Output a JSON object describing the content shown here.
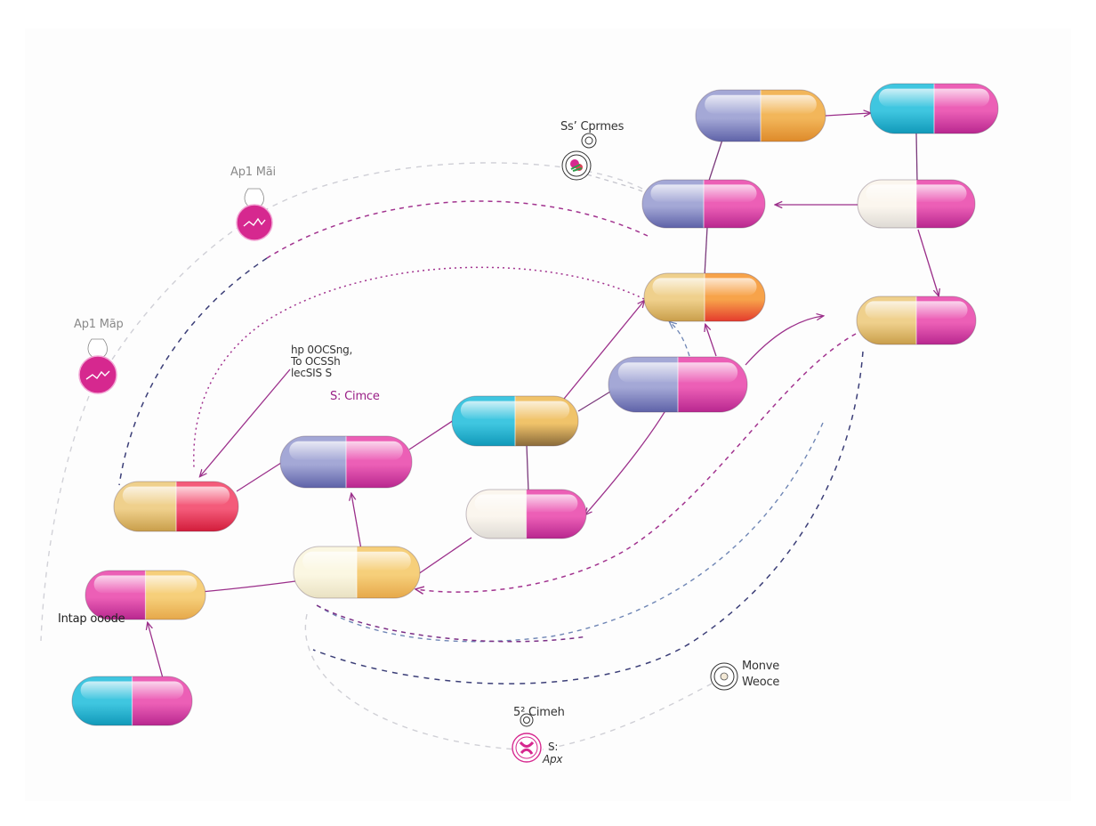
{
  "diagram": {
    "title": "",
    "colors": {
      "connector_solid": "#9b2f8a",
      "connector_dash_magenta": "#a2338f",
      "connector_dash_navy": "#3c3f78",
      "connector_dash_grey": "#c9c9cf",
      "connector_dash_blue": "#6f86b5",
      "icon_magenta": "#d6288f"
    },
    "palette": {
      "periwinkle": [
        "#a4a8d6",
        "#5e62a8"
      ],
      "orange": [
        "#f2b65a",
        "#de8a2a"
      ],
      "cyan": [
        "#3fc6e0",
        "#1199b9"
      ],
      "magenta": [
        "#ec5fb6",
        "#b8278f"
      ],
      "cream": [
        "#fbf6ee",
        "#dedad4"
      ],
      "tan": [
        "#efd08c",
        "#c99e4a"
      ],
      "red_orange": [
        "#f7a34a",
        "#e43b2d"
      ],
      "gold_brown": [
        "#f0c36a",
        "#8a6a3a"
      ],
      "crimson": [
        "#f45b7a",
        "#d21c3a"
      ],
      "ivory": [
        "#fbf7e2",
        "#e9e1c2"
      ],
      "gold": [
        "#f6cf7a",
        "#e6a84a"
      ]
    },
    "nodes": [
      {
        "id": "pill-1",
        "left": "periwinkle",
        "right": "orange"
      },
      {
        "id": "pill-2",
        "left": "cyan",
        "right": "magenta"
      },
      {
        "id": "pill-3",
        "left": "periwinkle",
        "right": "magenta"
      },
      {
        "id": "pill-4",
        "left": "cream",
        "right": "magenta"
      },
      {
        "id": "pill-5",
        "left": "tan",
        "right": "red_orange"
      },
      {
        "id": "pill-6",
        "left": "tan",
        "right": "magenta"
      },
      {
        "id": "pill-7",
        "left": "periwinkle",
        "right": "magenta"
      },
      {
        "id": "pill-8",
        "left": "cyan",
        "right": "gold_brown"
      },
      {
        "id": "pill-9",
        "left": "periwinkle",
        "right": "magenta"
      },
      {
        "id": "pill-10",
        "left": "tan",
        "right": "crimson"
      },
      {
        "id": "pill-11",
        "left": "cream",
        "right": "magenta"
      },
      {
        "id": "pill-12",
        "left": "ivory",
        "right": "gold"
      },
      {
        "id": "pill-13",
        "left": "magenta",
        "right": "gold"
      },
      {
        "id": "pill-14",
        "left": "cyan",
        "right": "magenta"
      }
    ],
    "labels": {
      "top_center": "Ss’ Cprmes",
      "apl_top": "Ap1 Mãi",
      "apl_left": "Ap1 Mãp",
      "block_line1": "hp 0OCSng,",
      "block_line2": "To OCSSh",
      "block_line3": "lecSIS S",
      "center_magenta": "S: Cimce",
      "intake": "Intap ooode",
      "move_line1": "Monve",
      "move_line2": "Weoce",
      "bottom_title": "5² Cimeh",
      "bottom_sub1": "S:",
      "bottom_sub2": "Apx"
    },
    "icons": [
      {
        "id": "flower-target-icon",
        "label_ref": "top_center"
      },
      {
        "id": "heartbeat-flask-icon-top",
        "label_ref": "apl_top"
      },
      {
        "id": "heartbeat-flask-icon-left",
        "label_ref": "apl_left"
      },
      {
        "id": "target-ring-icon",
        "label_ref": "move_line1"
      },
      {
        "id": "pink-ribbon-target-icon",
        "label_ref": "bottom_title"
      }
    ]
  }
}
